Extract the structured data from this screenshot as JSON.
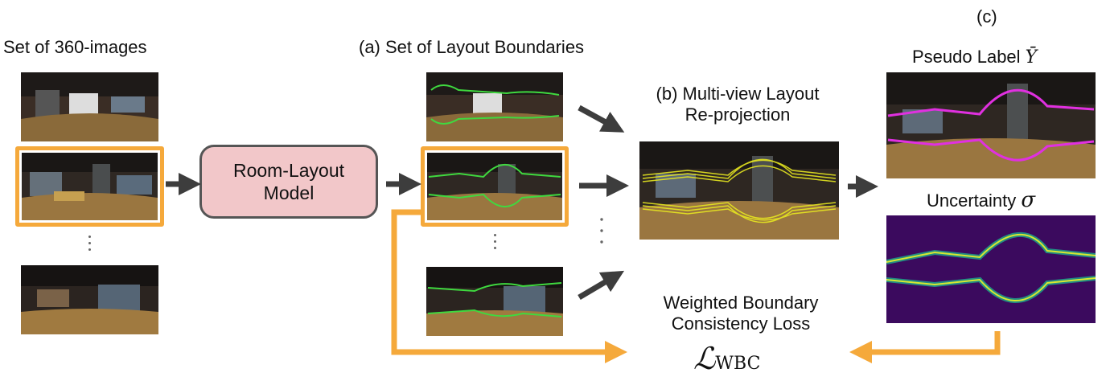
{
  "labels": {
    "set_images": "Set of 360-images",
    "set_boundaries": "(a) Set of Layout Boundaries",
    "reprojection_line1": "(b) Multi-view Layout",
    "reprojection_line2": "Re-projection",
    "c_marker": "(c)",
    "pseudo_label": "Pseudo Label ",
    "pseudo_symbol": "Ȳ",
    "uncertainty": "Uncertainty ",
    "uncertainty_symbol": "σ",
    "loss_line1": "Weighted Boundary",
    "loss_line2": "Consistency Loss",
    "loss_symbol": "ℒ",
    "loss_subscript": "WBC"
  },
  "model": {
    "line1": "Room-Layout",
    "line2": "Model"
  },
  "colors": {
    "highlight": "#f5a93b",
    "arrow": "#3d3d3d",
    "model_fill": "#f2c7c9",
    "boundary_green": "#3fd93f",
    "pseudo_magenta": "#e030e0",
    "reprojection_yellow": "#e8e820",
    "uncertainty_bg": "#3b0a5e"
  }
}
